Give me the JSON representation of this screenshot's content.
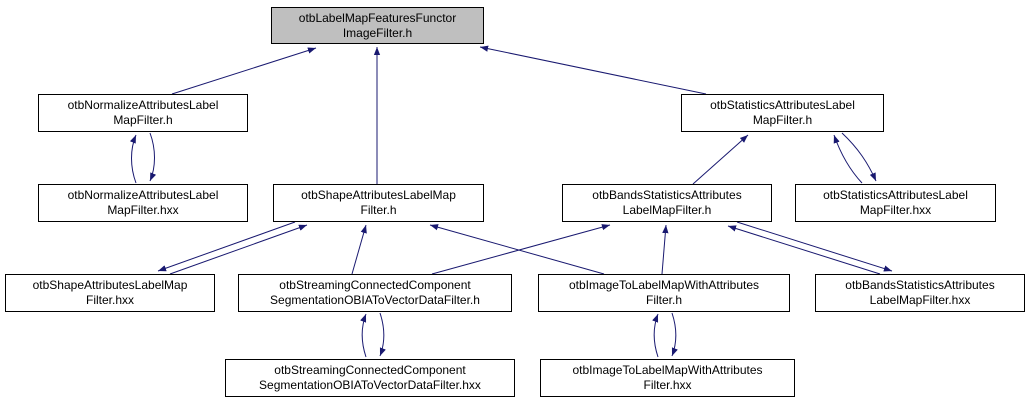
{
  "diagram": {
    "kind": "doxygen-included-by-dependency-graph",
    "root_file": "otbLabelMapFeaturesFunctorImageFilter.h"
  },
  "colors": {
    "edge": "#191970",
    "node-border": "#000000",
    "node-fill": "#ffffff",
    "root-fill": "#bfbfbf",
    "text": "#000000",
    "background": "#ffffff"
  },
  "nodes": [
    {
      "id": "labelmap-features-functor-h",
      "label": "otbLabelMapFeaturesFunctorImageFilter.h",
      "line1": "otbLabelMapFeaturesFunctor",
      "line2": "ImageFilter.h",
      "highlighted": true
    },
    {
      "id": "normalize-h",
      "label": "otbNormalizeAttributesLabelMapFilter.h",
      "line1": "otbNormalizeAttributesLabel",
      "line2": "MapFilter.h",
      "highlighted": false
    },
    {
      "id": "statistics-h",
      "label": "otbStatisticsAttributesLabelMapFilter.h",
      "line1": "otbStatisticsAttributesLabel",
      "line2": "MapFilter.h",
      "highlighted": false
    },
    {
      "id": "normalize-hxx",
      "label": "otbNormalizeAttributesLabelMapFilter.hxx",
      "line1": "otbNormalizeAttributesLabel",
      "line2": "MapFilter.hxx",
      "highlighted": false
    },
    {
      "id": "shape-h",
      "label": "otbShapeAttributesLabelMapFilter.h",
      "line1": "otbShapeAttributesLabelMap",
      "line2": "Filter.h",
      "highlighted": false
    },
    {
      "id": "bands-statistics-h",
      "label": "otbBandsStatisticsAttributesLabelMapFilter.h",
      "line1": "otbBandsStatisticsAttributes",
      "line2": "LabelMapFilter.h",
      "highlighted": false
    },
    {
      "id": "statistics-hxx",
      "label": "otbStatisticsAttributesLabelMapFilter.hxx",
      "line1": "otbStatisticsAttributesLabel",
      "line2": "MapFilter.hxx",
      "highlighted": false
    },
    {
      "id": "shape-hxx",
      "label": "otbShapeAttributesLabelMapFilter.hxx",
      "line1": "otbShapeAttributesLabelMap",
      "line2": "Filter.hxx",
      "highlighted": false
    },
    {
      "id": "streaming-obia-h",
      "label": "otbStreamingConnectedComponentSegmentationOBIAToVectorDataFilter.h",
      "line1": "otbStreamingConnectedComponent",
      "line2": "SegmentationOBIAToVectorDataFilter.h",
      "highlighted": false
    },
    {
      "id": "image-to-labelmap-h",
      "label": "otbImageToLabelMapWithAttributesFilter.h",
      "line1": "otbImageToLabelMapWithAttributes",
      "line2": "Filter.h",
      "highlighted": false
    },
    {
      "id": "bands-statistics-hxx",
      "label": "otbBandsStatisticsAttributesLabelMapFilter.hxx",
      "line1": "otbBandsStatisticsAttributes",
      "line2": "LabelMapFilter.hxx",
      "highlighted": false
    },
    {
      "id": "streaming-obia-hxx",
      "label": "otbStreamingConnectedComponentSegmentationOBIAToVectorDataFilter.hxx",
      "line1": "otbStreamingConnectedComponent",
      "line2": "SegmentationOBIAToVectorDataFilter.hxx",
      "highlighted": false
    },
    {
      "id": "image-to-labelmap-hxx",
      "label": "otbImageToLabelMapWithAttributesFilter.hxx",
      "line1": "otbImageToLabelMapWithAttributes",
      "line2": "Filter.hxx",
      "highlighted": false
    }
  ],
  "edges": [
    {
      "from": "normalize-h",
      "to": "labelmap-features-functor-h"
    },
    {
      "from": "shape-h",
      "to": "labelmap-features-functor-h"
    },
    {
      "from": "statistics-h",
      "to": "labelmap-features-functor-h"
    },
    {
      "from": "normalize-h",
      "to": "normalize-hxx"
    },
    {
      "from": "normalize-hxx",
      "to": "normalize-h"
    },
    {
      "from": "bands-statistics-h",
      "to": "statistics-h"
    },
    {
      "from": "statistics-h",
      "to": "statistics-hxx"
    },
    {
      "from": "statistics-hxx",
      "to": "statistics-h"
    },
    {
      "from": "shape-h",
      "to": "shape-hxx"
    },
    {
      "from": "shape-hxx",
      "to": "shape-h"
    },
    {
      "from": "streaming-obia-h",
      "to": "shape-h"
    },
    {
      "from": "image-to-labelmap-h",
      "to": "shape-h"
    },
    {
      "from": "streaming-obia-h",
      "to": "bands-statistics-h"
    },
    {
      "from": "image-to-labelmap-h",
      "to": "bands-statistics-h"
    },
    {
      "from": "bands-statistics-h",
      "to": "bands-statistics-hxx"
    },
    {
      "from": "bands-statistics-hxx",
      "to": "bands-statistics-h"
    },
    {
      "from": "streaming-obia-h",
      "to": "streaming-obia-hxx"
    },
    {
      "from": "streaming-obia-hxx",
      "to": "streaming-obia-h"
    },
    {
      "from": "image-to-labelmap-h",
      "to": "image-to-labelmap-hxx"
    },
    {
      "from": "image-to-labelmap-hxx",
      "to": "image-to-labelmap-h"
    }
  ]
}
